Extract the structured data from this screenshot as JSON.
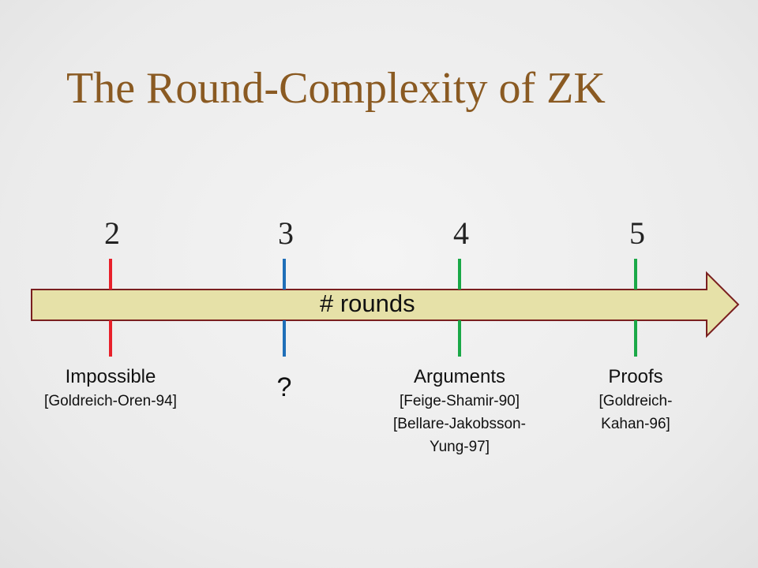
{
  "title": "The Round-Complexity of ZK",
  "axis_label": "# rounds",
  "colors": {
    "red": "#e8202a",
    "blue": "#1f6fb8",
    "green": "#1aa847",
    "arrow_fill": "#e6e1a8",
    "arrow_stroke": "#7a1f1f",
    "title": "#8a5a22"
  },
  "ticks": [
    {
      "value": "2",
      "color": "#e8202a",
      "caption_title": "Impossible",
      "caption_lines": [
        "[Goldreich-Oren-94]"
      ]
    },
    {
      "value": "3",
      "color": "#1f6fb8",
      "caption_title": "?",
      "caption_lines": []
    },
    {
      "value": "4",
      "color": "#1aa847",
      "caption_title": "Arguments",
      "caption_lines": [
        "[Feige-Shamir-90]",
        "[Bellare-Jakobsson-",
        "Yung-97]"
      ]
    },
    {
      "value": "5",
      "color": "#1aa847",
      "caption_title": "Proofs",
      "caption_lines": [
        "[Goldreich-",
        "Kahan-96]"
      ]
    }
  ]
}
